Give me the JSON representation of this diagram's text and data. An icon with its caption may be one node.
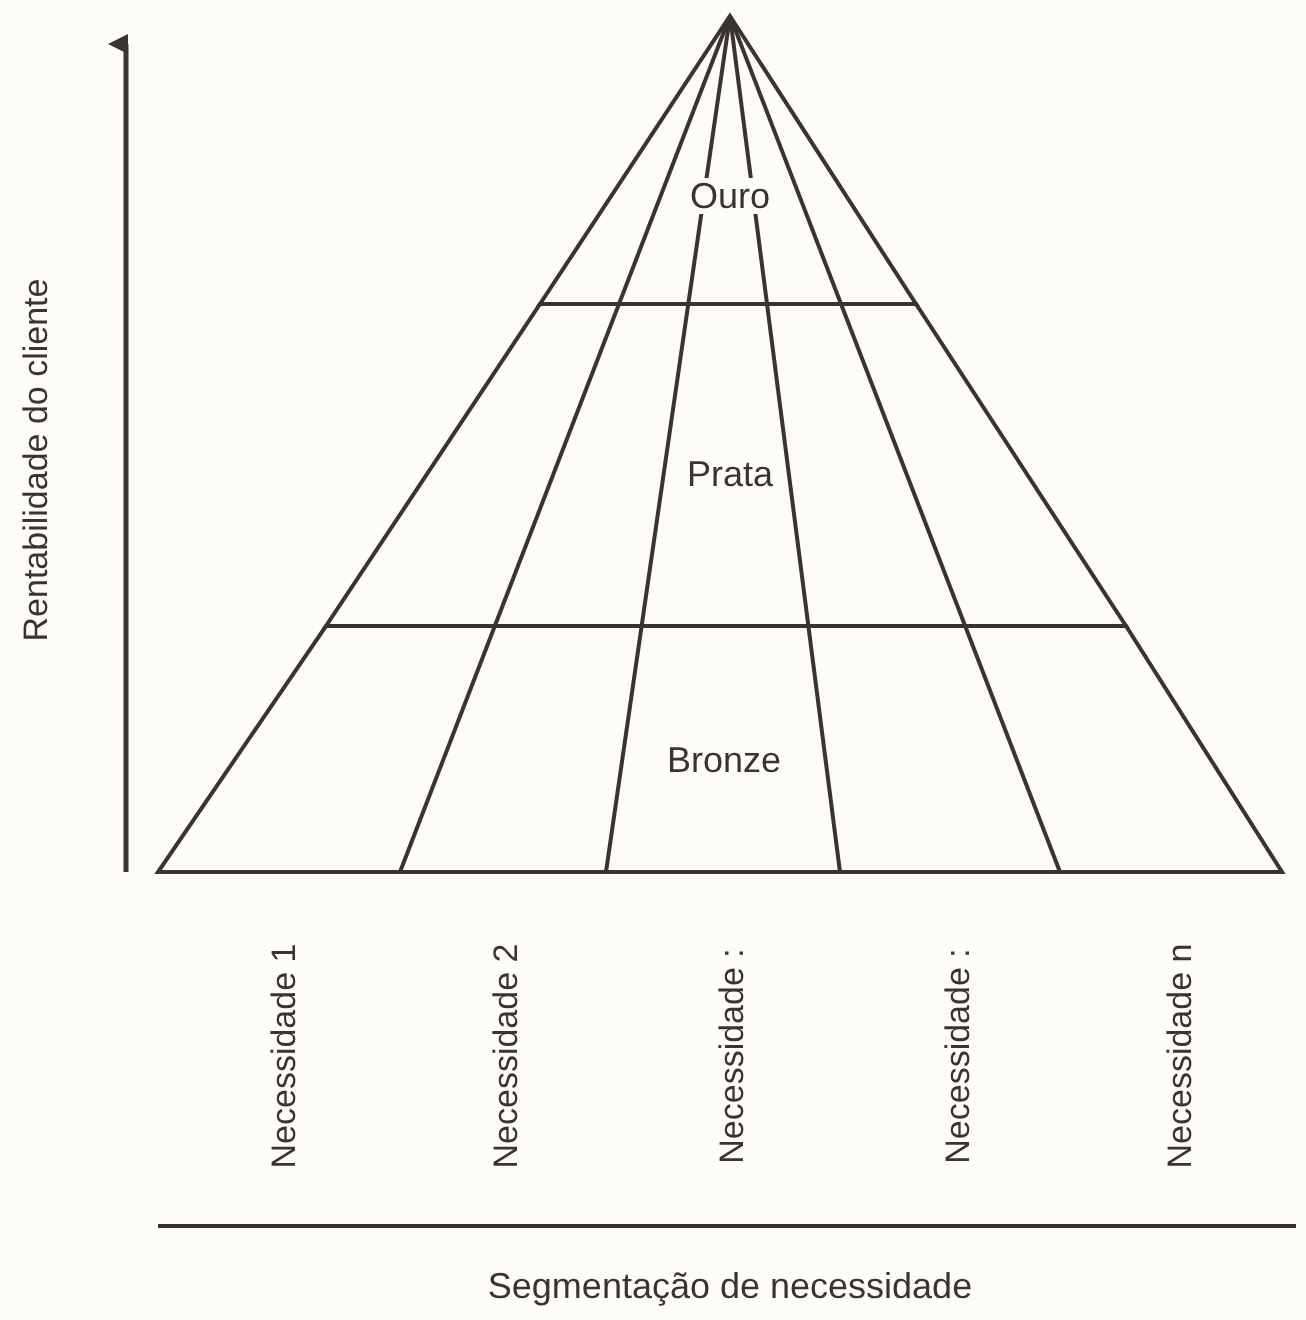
{
  "diagram": {
    "nodes": [
      {
        "text": [
          "Ouro"
        ]
      },
      {
        "text": [
          "Prata"
        ]
      },
      {
        "text": [
          "Bronze"
        ]
      }
    ],
    "edges": [],
    "labels": [
      "Rentabilidade do cliente",
      "Necessidade 1",
      "Necessidade 2",
      "Necessidade :",
      "Necessidade :",
      "Necessidade n",
      "Segmentação de necessidade"
    ]
  }
}
